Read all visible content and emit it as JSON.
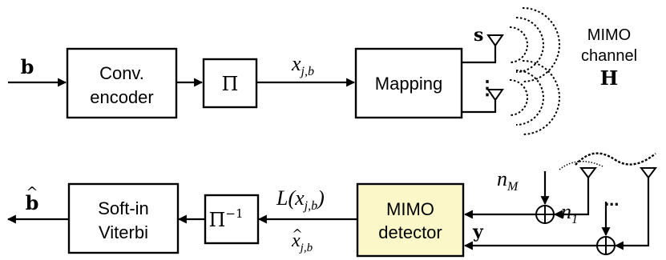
{
  "tx": {
    "input_label": "b",
    "encoder_line1": "Conv.",
    "encoder_line2": "encoder",
    "interleaver": "Π",
    "coded_bits_var": "x",
    "coded_bits_sub": "j,b",
    "mapping": "Mapping",
    "symbol_vector": "s",
    "antenna_dots": "⋮"
  },
  "channel": {
    "line1": "MIMO",
    "line2": "channel",
    "matrix": "H"
  },
  "rx": {
    "noise_top_var": "n",
    "noise_top_sub": "M",
    "noise_bottom_var": "n",
    "noise_bottom_sub": "1",
    "rx_antenna_dots": "...",
    "received_vector": "y",
    "detector_line1": "MIMO",
    "detector_line2": "detector",
    "llr_label": "L(x",
    "llr_sub": "j,b",
    "llr_close": ")",
    "estimate_var": "x",
    "estimate_sub": "j,b",
    "deinterleaver_base": "Π",
    "deinterleaver_exp": "−1",
    "decoder_line1": "Soft-in",
    "decoder_line2": "Viterbi",
    "output_label": "b",
    "output_hat": "^"
  },
  "colors": {
    "detector_fill": "#fbf7c9",
    "stroke": "#000000"
  }
}
